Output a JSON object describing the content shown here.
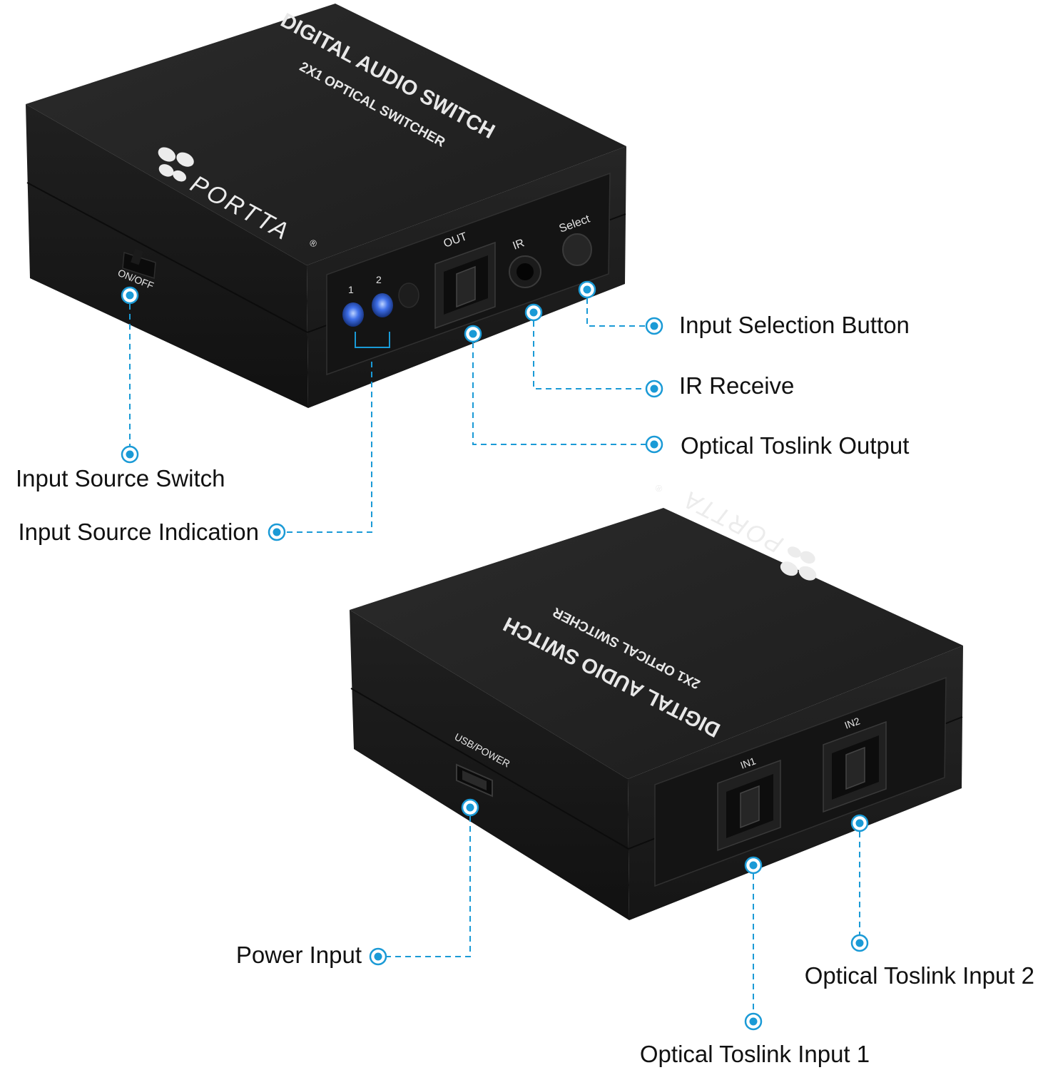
{
  "colors": {
    "accent": "#1a9ad6",
    "device_body": "#1e1e1e",
    "device_top": "#262626",
    "device_panel": "#161616",
    "led": "#2a5bd8",
    "text": "#111111"
  },
  "top_unit": {
    "title": "DIGITAL AUDIO SWITCH",
    "subtitle": "2X1 OPTICAL SWITCHER",
    "brand": "PORTTA",
    "registered": "®",
    "logo": "portta-bee-logo",
    "panel_labels": {
      "led_1": "1",
      "led_2": "2",
      "out": "OUT",
      "ir": "IR",
      "select": "Select",
      "on_off": "ON/OFF"
    }
  },
  "bottom_unit": {
    "title": "DIGITAL AUDIO SWITCH",
    "subtitle": "2X1 OPTICAL SWITCHER",
    "brand": "PORTTA",
    "registered": "®",
    "logo": "portta-bee-logo",
    "panel_labels": {
      "usb_power": "USB/POWER",
      "in1": "IN1",
      "in2": "IN2"
    }
  },
  "callouts": {
    "input_selection_button": "Input Selection Button",
    "ir_receive": "IR Receive",
    "optical_toslink_output": "Optical Toslink Output",
    "input_source_switch": "Input Source Switch",
    "input_source_indication": "Input Source Indication",
    "power_input": "Power Input",
    "optical_toslink_input_2": "Optical Toslink Input 2",
    "optical_toslink_input_1": "Optical Toslink Input 1"
  }
}
